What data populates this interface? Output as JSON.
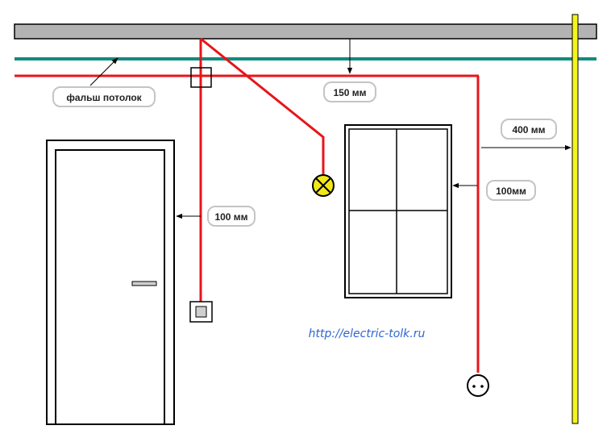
{
  "labels": {
    "false_ceiling": "фальш потолок",
    "ceiling_gap": "150 мм",
    "pipe_offset": "400 мм",
    "window_offset": "100мм",
    "door_offset": "100 мм"
  },
  "url": "http://electric-tolk.ru",
  "colors": {
    "ceiling": "#b3b3b3",
    "false_ceiling": "#138a7e",
    "wire": "#e8141a",
    "pipe": "#f5f51b",
    "lamp": "#f1e81a"
  }
}
